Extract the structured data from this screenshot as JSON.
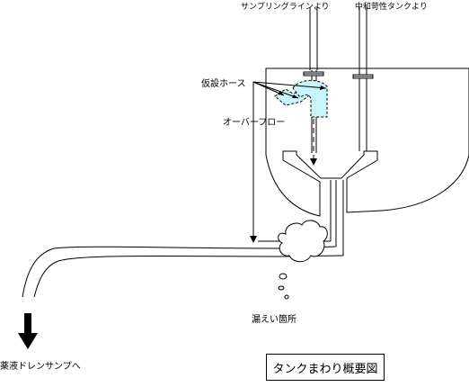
{
  "labels": {
    "sampling_line": "サンプリングラインより",
    "neutralization_tank": "中和苛性タンクより",
    "temp_hose": "仮設ホース",
    "overflow": "オーバーフロー",
    "leak_point": "漏えい箇所",
    "drain_sump": "薬液ドレンサンプへ"
  },
  "title": "タンクまわり概要図",
  "colors": {
    "hose_fill": "#c8f4fc",
    "line": "#000000"
  }
}
